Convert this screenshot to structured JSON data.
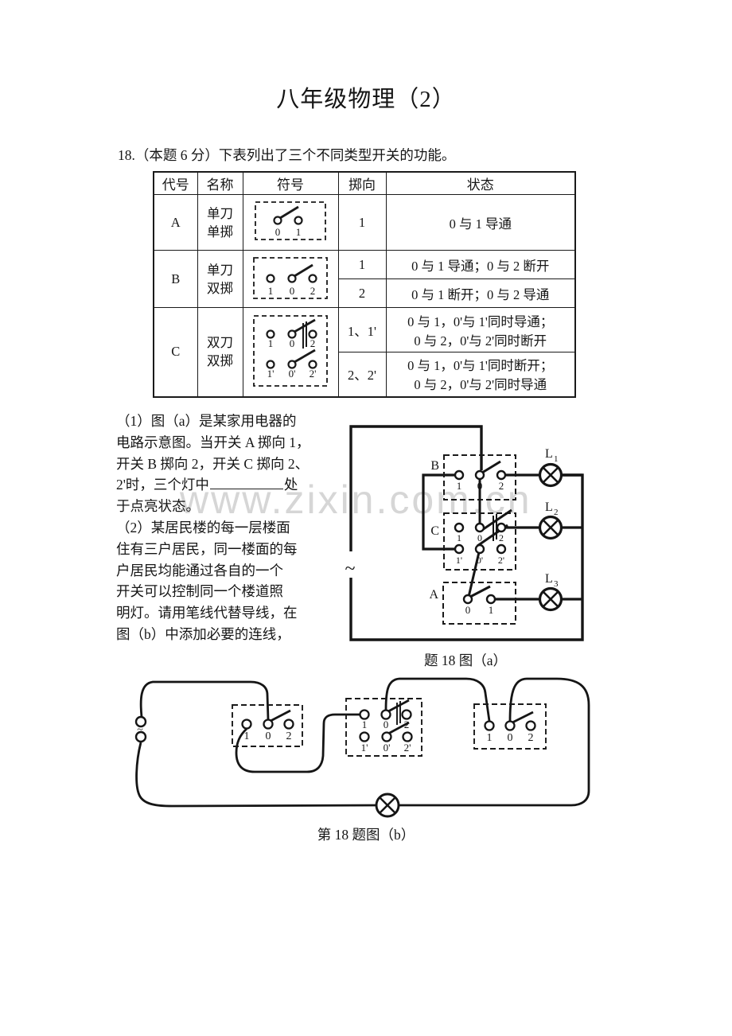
{
  "page": {
    "title": "八年级物理（2）",
    "watermark": "www.zixin.com.cn",
    "question_intro": "18.（本题 6 分）下表列出了三个不同类型开关的功能。"
  },
  "table": {
    "headers": [
      "代号",
      "名称",
      "符号",
      "掷向",
      "状态"
    ],
    "row_a": {
      "code": "A",
      "name1": "单刀",
      "name2": "单掷",
      "throw1": "1",
      "state1": "0 与 1 导通",
      "labels": [
        "0",
        "1"
      ]
    },
    "row_b": {
      "code": "B",
      "name1": "单刀",
      "name2": "双掷",
      "throw1": "1",
      "state1": "0 与 1 导通；0 与 2 断开",
      "throw2": "2",
      "state2": "0 与 1 断开；0 与 2 导通",
      "labels": [
        "1",
        "0",
        "2"
      ]
    },
    "row_c": {
      "code": "C",
      "name1": "双刀",
      "name2": "双掷",
      "throw1": "1、1'",
      "state1a": "0 与 1，0'与 1'同时导通；",
      "state1b": "0 与 2，0'与 2'同时断开",
      "throw2": "2、2'",
      "state2a": "0 与 1，0'与 1'同时断开；",
      "state2b": "0 与 2，0'与 2'同时导通",
      "labels_top": [
        "1",
        "0",
        "2"
      ],
      "labels_bottom": [
        "1'",
        "0'",
        "2'"
      ]
    }
  },
  "q1": {
    "l1": "（1）图（a）是某家用电器的",
    "l2": "电路示意图。当开关 A 掷向 1，",
    "l3": "开关 B 掷向 2，开关 C 掷向 2、",
    "l4pre": "2'时，三个灯中",
    "l4post": "处",
    "l5": "于点亮状态。"
  },
  "q2": {
    "l1": "（2）某居民楼的每一层楼面",
    "l2": "住有三户居民，同一楼面的每",
    "l3": "户居民均能通过各自的一个",
    "l4": "开关可以控制同一个楼道照",
    "l5": "明灯。请用笔线代替导线，在",
    "l6": "图（b）中添加必要的连线，"
  },
  "circuit_a": {
    "caption": "题 18 图（a）",
    "source_symbol": "~",
    "switch_b": {
      "label": "B",
      "t": [
        "1",
        "0",
        "2"
      ]
    },
    "switch_c": {
      "label": "C",
      "t_top": [
        "1",
        "0",
        "2"
      ],
      "t_bottom": [
        "1'",
        "0'",
        "2'"
      ]
    },
    "switch_a": {
      "label": "A",
      "t": [
        "0",
        "1"
      ]
    },
    "lamps": [
      {
        "name": "L",
        "sub": "1"
      },
      {
        "name": "L",
        "sub": "2"
      },
      {
        "name": "L",
        "sub": "3"
      }
    ]
  },
  "circuit_b": {
    "caption": "第 18 题图（b）",
    "source_symbol": "~",
    "box1": {
      "t": [
        "1",
        "0",
        "2"
      ]
    },
    "box2": {
      "t_top": [
        "1",
        "0",
        "2"
      ],
      "t_bottom": [
        "1'",
        "0'",
        "2'"
      ]
    },
    "box3": {
      "t": [
        "1",
        "0",
        "2"
      ]
    }
  }
}
